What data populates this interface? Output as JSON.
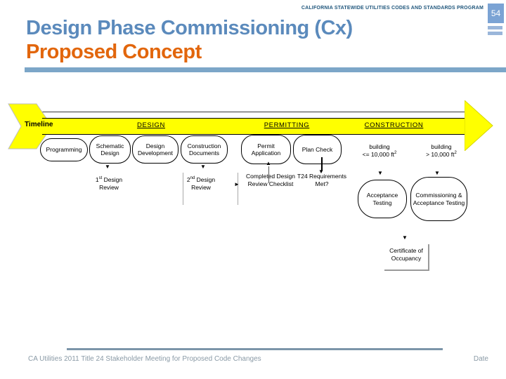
{
  "header": {
    "program_text": "CALIFORNIA STATEWIDE UTILITIES CODES AND STANDARDS PROGRAM",
    "page_number": "54",
    "title_line1": "Design Phase Commissioning (Cx)",
    "title_line2": "Proposed Concept",
    "accent_blue": "#5b8abc",
    "accent_orange": "#e2660c"
  },
  "timeline": {
    "label": "Timeline",
    "phases": [
      "DESIGN",
      "PERMITTING",
      "CONSTRUCTION"
    ],
    "band_color": "#ffff00"
  },
  "stages": {
    "programming": "Programming",
    "schematic_design": "Schematic Design",
    "design_development": "Design Development",
    "construction_documents": "Construction Documents",
    "permit_application": "Permit Application",
    "plan_check": "Plan Check",
    "acceptance_testing": "Acceptance Testing",
    "commissioning_acceptance": "Commissioning & Acceptance Testing",
    "certificate_occupancy": "Certificate of Occupancy"
  },
  "milestones": {
    "first_review": {
      "num": "1",
      "sup": "st",
      "rest": " Design Review"
    },
    "second_review": {
      "num": "2",
      "sup": "nd",
      "rest": " Design Review"
    },
    "completed_checklist": "Completed Design Review Checklist",
    "t24_check": "T24 Requirements Met?"
  },
  "conditions": {
    "small_building": {
      "line1": "building",
      "line2": "<= 10,000 ft",
      "sup": "2"
    },
    "large_building": {
      "line1": "building",
      "line2": "> 10,000 ft",
      "sup": "2"
    }
  },
  "footer": {
    "text": "CA Utilities 2011 Title 24 Stakeholder Meeting for Proposed Code Changes",
    "date_label": "Date"
  }
}
